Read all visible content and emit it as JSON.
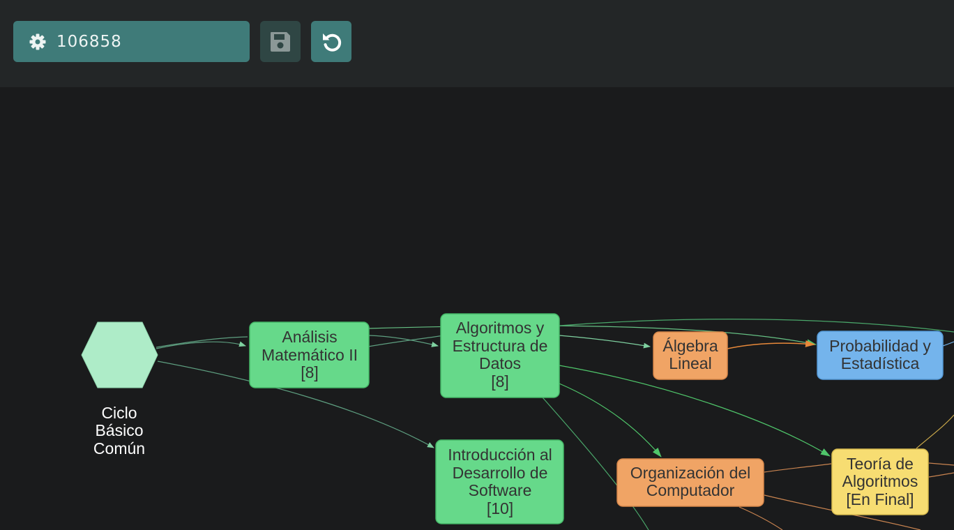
{
  "toolbar": {
    "plan_value": "106858",
    "plan_icon": "gear-icon",
    "save_icon": "floppy-disk-icon",
    "reset_icon": "rotate-left-icon"
  },
  "colors": {
    "topbar": "#232627",
    "canvas": "#1a1b1c",
    "accent": "#3f7b79",
    "approved": "#66d98a",
    "in_progress": "#f0a465",
    "enrolled": "#74b4ec",
    "final_pending": "#f7dd72",
    "origin": "#aeecc8"
  },
  "graph": {
    "origin": {
      "line1": "Ciclo",
      "line2": "Básico",
      "line3": "Común"
    },
    "nodes": {
      "analisis": [
        "Análisis",
        "Matemático II",
        "[8]"
      ],
      "algoritmos": [
        "Algoritmos y",
        "Estructura de",
        "Datos",
        "[8]"
      ],
      "algebra": [
        "Álgebra",
        "Lineal"
      ],
      "probabilidad": [
        "Probabilidad y",
        "Estadística"
      ],
      "intro": [
        "Introducción al",
        "Desarrollo de",
        "Software",
        "[10]"
      ],
      "organizacion": [
        "Organización del",
        "Computador"
      ],
      "teoria": [
        "Teoría de",
        "Algoritmos",
        "[En Final]"
      ]
    }
  }
}
